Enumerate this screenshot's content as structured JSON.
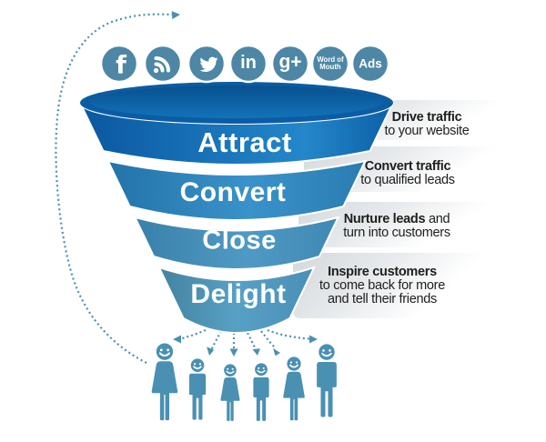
{
  "channels": [
    {
      "icon": "facebook-icon",
      "label": "f"
    },
    {
      "icon": "rss-icon"
    },
    {
      "icon": "twitter-icon"
    },
    {
      "icon": "linkedin-icon",
      "label": "in"
    },
    {
      "icon": "google-plus-icon",
      "label": "g+"
    },
    {
      "icon": "word-of-mouth-icon",
      "label_line1": "Word of",
      "label_line2": "Mouth"
    },
    {
      "icon": "ads-icon",
      "label": "Ads"
    }
  ],
  "funnel": {
    "stages": [
      {
        "label": "Attract"
      },
      {
        "label": "Convert"
      },
      {
        "label": "Close"
      },
      {
        "label": "Delight"
      }
    ]
  },
  "notes": [
    {
      "line1_bold": "Drive traffic",
      "line2": "to your website"
    },
    {
      "line1_bold": "Convert traffic",
      "line2": "to qualified leads"
    },
    {
      "line1_bold": "Nurture leads",
      "line1_rest": "and",
      "line2": "turn into customers"
    },
    {
      "line1_bold": "Inspire customers",
      "line2": "to come back for more",
      "line3": "and tell their friends"
    }
  ],
  "colors": {
    "funnel_attract": "#1170b4",
    "funnel_convert": "#2e82bd",
    "funnel_close": "#4089b8",
    "funnel_delight": "#4c92bc",
    "icon_circle": "#4d87a5",
    "people_and_arrows": "#4a90b3",
    "panel_background": "#d6dbde",
    "note_text": "#1e1e1c"
  }
}
